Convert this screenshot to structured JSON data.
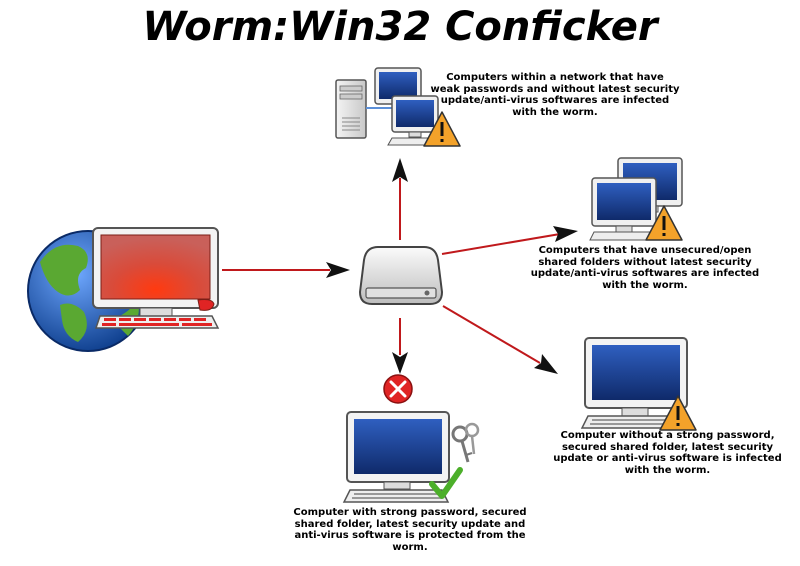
{
  "title": "Worm:Win32 Conficker",
  "nodes": {
    "internet_computer": {
      "icon": "globe-computer-icon",
      "status": "infected"
    },
    "usb_drive": {
      "icon": "usb-drive-icon"
    },
    "network_computers": {
      "icon": "network-computers-icon",
      "status": "warning",
      "description": "Computers within a network that have weak passwords and without latest security update/anti-virus softwares are infected with the worm."
    },
    "shared_folder_computers": {
      "icon": "shared-computers-icon",
      "status": "warning",
      "description": "Computers that have unsecured/open shared folders without latest security update/anti-virus softwares are infected with the worm."
    },
    "unprotected_computer": {
      "icon": "desktop-computer-icon",
      "status": "warning",
      "description": "Computer without a strong password, secured shared folder, latest security update or anti-virus software is infected with the worm."
    },
    "protected_computer": {
      "icon": "protected-computer-icon",
      "status": "protected",
      "description": "Computer with strong password, secured shared folder, latest security update and anti-virus software is protected from the worm."
    }
  },
  "colors": {
    "arrow_red": "#c0191c",
    "arrow_head": "#111111",
    "screen_blue": "#1a3f8f",
    "screen_red": "#d83a2c",
    "warning_orange": "#f3a22a",
    "block_red": "#e02424",
    "check_green": "#4caf2a",
    "globe_blue": "#1f5bb3",
    "globe_green": "#5aa832"
  }
}
